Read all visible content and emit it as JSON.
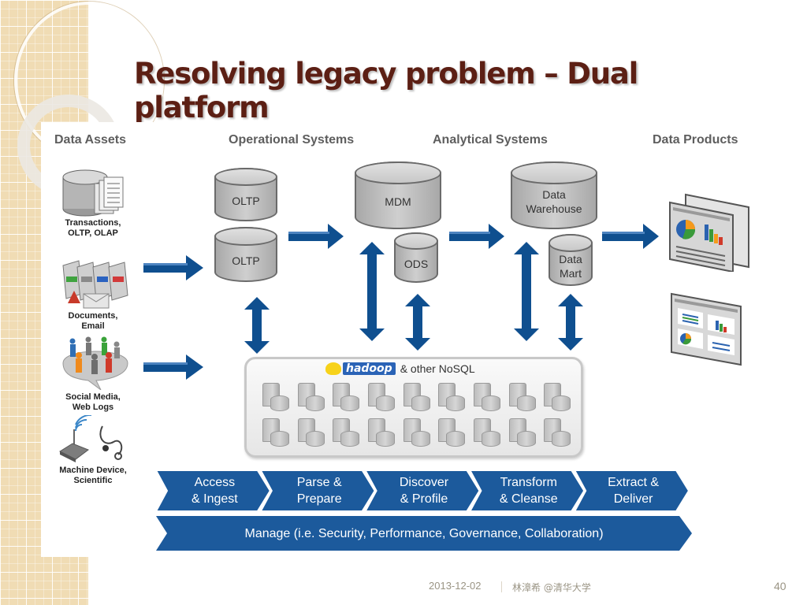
{
  "slide": {
    "title": "Resolving legacy problem – Dual platform",
    "footer": {
      "date": "2013-12-02",
      "author": "林漳希 @清华大学",
      "page_number": "40"
    }
  },
  "diagram": {
    "columns": {
      "data_assets": "Data Assets",
      "operational_systems": "Operational Systems",
      "analytical_systems": "Analytical Systems",
      "data_products": "Data Products"
    },
    "assets": [
      {
        "label_line1": "Transactions,",
        "label_line2": "OLTP, OLAP",
        "icon": "database-documents-icon"
      },
      {
        "label_line1": "Documents,",
        "label_line2": "Email",
        "icon": "documents-email-icon"
      },
      {
        "label_line1": "Social Media,",
        "label_line2": "Web Logs",
        "icon": "social-people-icon"
      },
      {
        "label_line1": "Machine Device,",
        "label_line2": "Scientific",
        "icon": "device-stethoscope-icon"
      }
    ],
    "operational": {
      "oltp_top": "OLTP",
      "oltp_bottom": "OLTP"
    },
    "analytical": {
      "mdm": "MDM",
      "ods": "ODS",
      "dw_line1": "Data",
      "dw_line2": "Warehouse",
      "mart_line1": "Data",
      "mart_line2": "Mart"
    },
    "products": [
      {
        "icon": "report-pages-icon"
      },
      {
        "icon": "dashboard-icon"
      }
    ],
    "hadoop": {
      "logo_text": "hadoop",
      "label": "& other NoSQL",
      "server_count": 18
    },
    "process_steps": [
      {
        "line1": "Access",
        "line2": "& Ingest"
      },
      {
        "line1": "Parse &",
        "line2": "Prepare"
      },
      {
        "line1": "Discover",
        "line2": "& Profile"
      },
      {
        "line1": "Transform",
        "line2": "& Cleanse"
      },
      {
        "line1": "Extract &",
        "line2": "Deliver"
      }
    ],
    "manage_bar": "Manage (i.e. Security, Performance, Governance, Collaboration)",
    "colors": {
      "arrow_blue": "#0f4f8f",
      "chevron_blue": "#1c5a9c",
      "title_brown": "#5c1f14",
      "cylinder_gray": "#c2c2c2"
    }
  }
}
